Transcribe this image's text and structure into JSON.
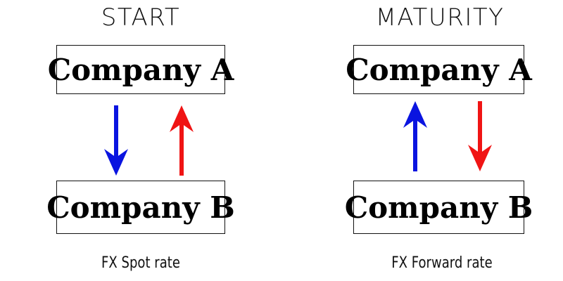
{
  "panels": [
    {
      "heading": "START",
      "top_box": "Company A",
      "bottom_box": "Company B",
      "caption": "FX Spot rate"
    },
    {
      "heading": "MATURITY",
      "top_box": "Company A",
      "bottom_box": "Company B",
      "caption": "FX Forward rate"
    }
  ],
  "colors": {
    "blue_arrow": "#0a14e0",
    "red_arrow": "#f01414",
    "text": "#000000"
  },
  "arrows": [
    {
      "panel": "start",
      "direction": "down",
      "color": "blue"
    },
    {
      "panel": "start",
      "direction": "up",
      "color": "red"
    },
    {
      "panel": "maturity",
      "direction": "up",
      "color": "blue"
    },
    {
      "panel": "maturity",
      "direction": "down",
      "color": "red"
    }
  ]
}
